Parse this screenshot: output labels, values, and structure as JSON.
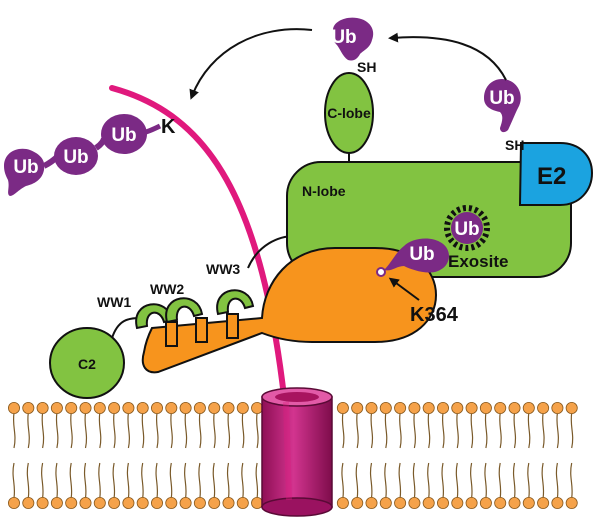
{
  "labels": {
    "ub": "Ub",
    "sh": "SH",
    "k": "K",
    "c_lobe": "C-lobe",
    "n_lobe": "N-lobe",
    "e2": "E2",
    "exosite": "Exosite",
    "k364": "K364",
    "ww1": "WW1",
    "ww2": "WW2",
    "ww3": "WW3",
    "c2": "C2"
  },
  "colors": {
    "green": "#82c341",
    "orange": "#f7941d",
    "purple": "#7b2a85",
    "blue": "#1ba3e0",
    "magenta": "#e0197d",
    "channel": "#b3176f",
    "lipid_head": "#f5a24a"
  }
}
